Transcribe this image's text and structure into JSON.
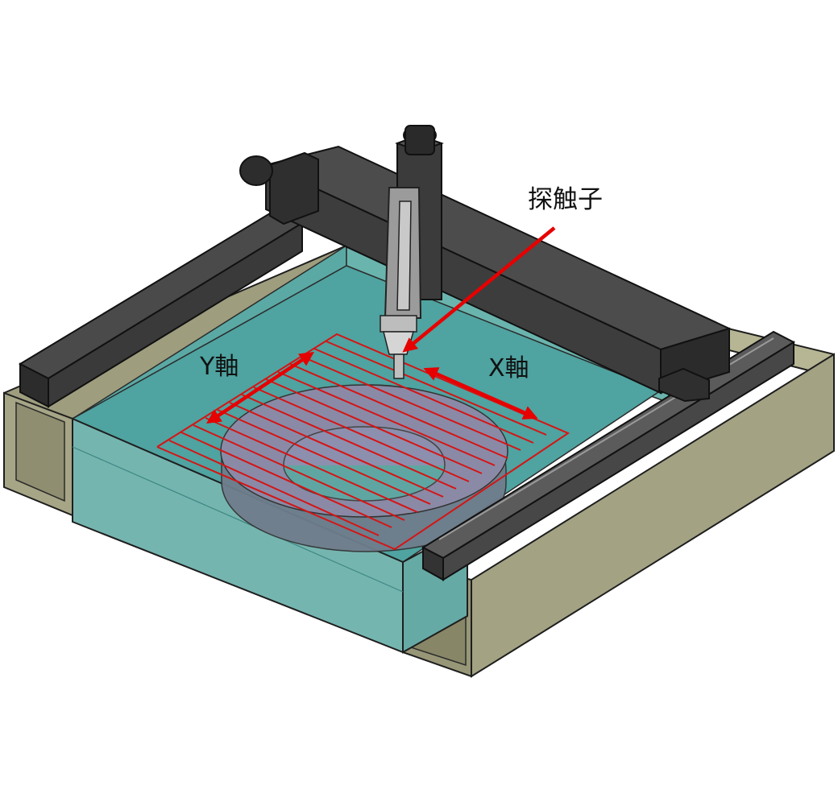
{
  "labels": {
    "probe": "探触子",
    "y_axis": "Y軸",
    "x_axis": "X軸"
  },
  "colors": {
    "arrow": "#e60000",
    "scan_path": "#d41515",
    "water": "#4fa3a0",
    "tank_frame": "#a3a283",
    "gantry": "#3a3a3a",
    "workpiece": "#7d7f8e"
  },
  "icons": {
    "probe_pointer": "arrow-icon",
    "y_axis_motion": "double-arrow-icon",
    "x_axis_motion": "double-arrow-icon"
  }
}
